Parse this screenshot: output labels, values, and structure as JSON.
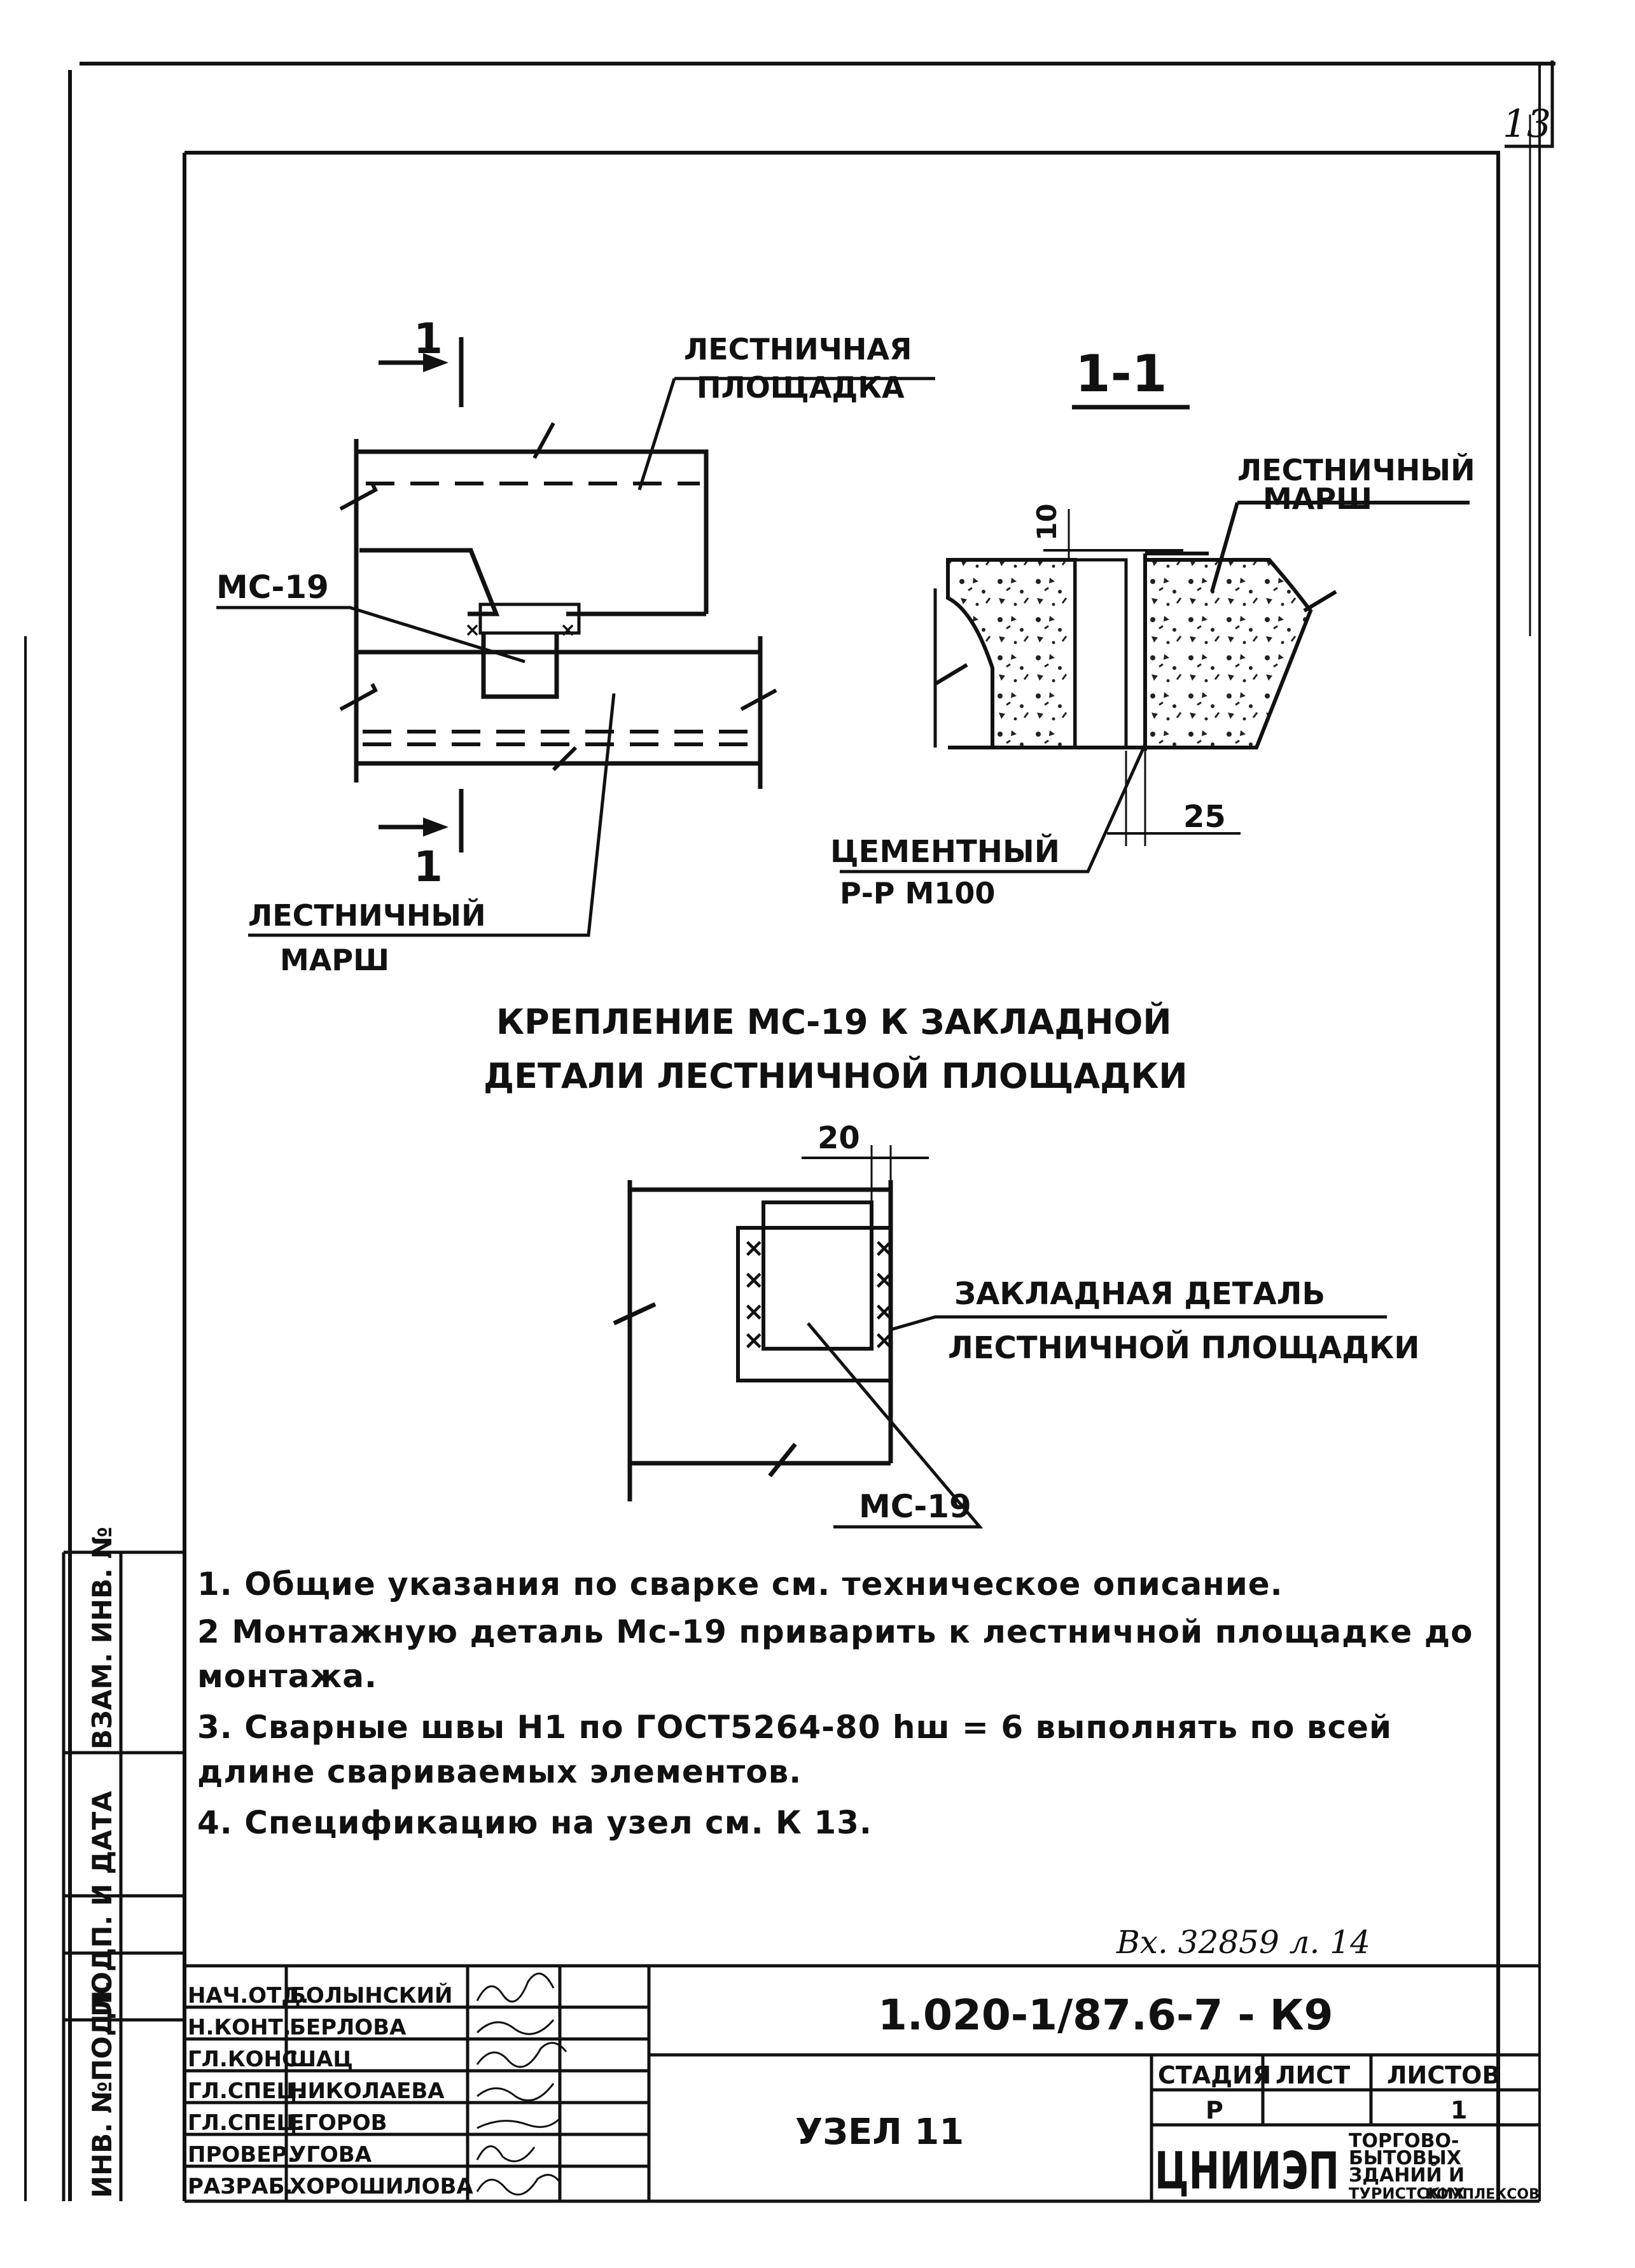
{
  "sheet_number": "13",
  "plan_view": {
    "section_mark": "1",
    "landing_label_line1": "Лестничная",
    "landing_label_line2": "площадка",
    "part_label": "МС-19",
    "flight_label_line1": "Лестничный",
    "flight_label_line2": "марш"
  },
  "section_view": {
    "title": "1-1",
    "flight_label_line1": "Лестничный",
    "flight_label_line2": "марш",
    "dim_top": "10",
    "dim_bottom": "25",
    "mortar_label_line1": "Цементный",
    "mortar_label_line2": "р-р М100"
  },
  "detail": {
    "caption_line1": "Крепление МС-19 к закладной",
    "caption_line2": "детали лестничной площадки",
    "dim_top": "20",
    "embed_label_line1": "Закладная деталь",
    "embed_label_line2": "лестничной площадки",
    "part_label": "МС-19"
  },
  "notes": [
    "1. Общие указания по сварке см. техническое описание.",
    "2 Монтажную деталь Мс-19 приварить к лестничной площадке до монтажа.",
    "3. Сварные швы Н1 по ГОСТ5264-80 hш = 6 выполнять по всей длине свариваемых элементов.",
    "4. Спецификацию на узел см. К 13."
  ],
  "inventory_note": "Вх. 32859 л. 14",
  "left_margin": {
    "inv_no": "Инв. №подл.",
    "sign_date": "Подп. и дата",
    "replace_inv": "Взам. инв. №"
  },
  "title_block": {
    "designation": "1.020-1/87.6-7 - К9",
    "node_name": "Узел 11",
    "stage_header": "Стадия",
    "sheet_header": "Лист",
    "sheets_header": "Листов",
    "stage": "Р",
    "sheet": "",
    "sheets": "1",
    "org_logo": "ЦНИИЭП",
    "org_line1": "торгово-",
    "org_line2": "бытовых",
    "org_line3": "зданий и",
    "org_line4": "туристских",
    "org_line5": "комплексов",
    "staff": [
      {
        "role": "Нач.отд.",
        "name": "Болынский"
      },
      {
        "role": "Н.конт.",
        "name": "Берлова"
      },
      {
        "role": "Гл.конс.",
        "name": "Шац"
      },
      {
        "role": "Гл.спец.",
        "name": "Николаева"
      },
      {
        "role": "Гл.спец.",
        "name": "Егоров"
      },
      {
        "role": "Провер.",
        "name": "Угова"
      },
      {
        "role": "Разраб.",
        "name": "Хорошилова"
      }
    ]
  }
}
